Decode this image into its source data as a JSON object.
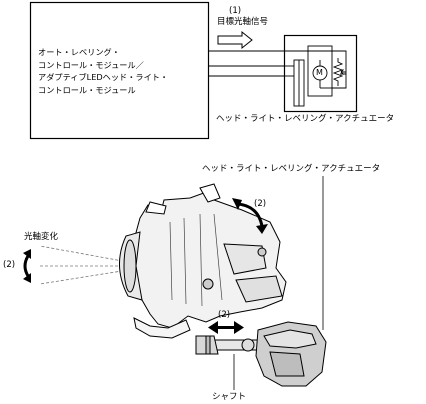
{
  "diagram": {
    "signal_number": "(1)",
    "signal_label": "目標光軸信号",
    "module_lines": [
      "オート・レベリング・",
      "コントロール・モジュール／",
      "アダプティブLEDヘッド・ライト・",
      "コントロール・モジュール"
    ],
    "actuator_label_top": "ヘッド・ライト・レベリング・アクチュエータ",
    "actuator_label_bottom": "ヘッド・ライト・レベリング・アクチュエータ",
    "motor_symbol": "M",
    "optical_axis_label": "光軸変化",
    "movement_label_left": "(2)",
    "movement_label_top": "(2)",
    "movement_label_shaft": "(2)",
    "shaft_label": "シャフト"
  }
}
